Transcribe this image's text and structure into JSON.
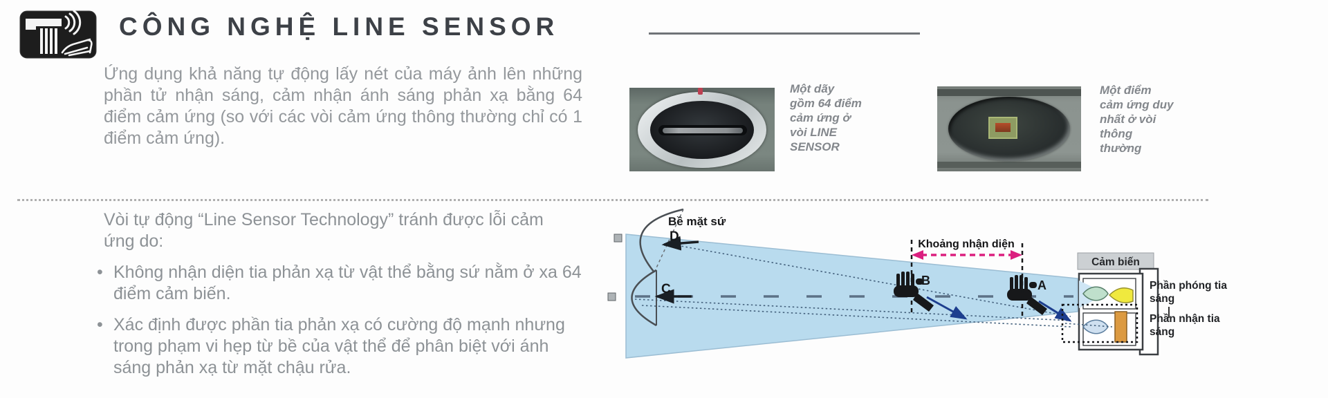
{
  "header": {
    "title": "CÔNG NGHỆ LINE SENSOR",
    "icon": "sensor-faucet-icon"
  },
  "intro": {
    "paragraph": "Ứng dụng khả năng tự động lấy nét của máy ảnh lên những phần tử nhận sáng, cảm nhận ánh sáng phản xạ bằng 64 điểm cảm ứng (so với các vòi cảm ứng thông thường chỉ có 1 điểm cảm ứng)."
  },
  "comparison": {
    "line_sensor_caption": "Một dãy gồm 64 điểm cảm ứng ở vòi LINE SENSOR",
    "normal_caption": "Một điểm cảm ứng duy nhất ở vòi thông thường"
  },
  "technology": {
    "heading": "Vòi tự động “Line Sensor Technology” tránh được lỗi cảm ứng do:",
    "bullet_marker": "•",
    "bullets": [
      "Không nhận diện tia phản xạ từ vật thể bằng sứ nằm ở xa 64 điểm cảm biến.",
      "Xác định được phần tia phản xạ có cường độ mạnh nhưng trong phạm vi hẹp từ bề của vật thể để phân biệt với ánh sáng phản xạ từ mặt chậu rửa."
    ]
  },
  "diagram": {
    "labels": {
      "ceramic_surface": "Bề mặt sứ",
      "point_d": "D",
      "point_c": "C",
      "point_b": "B",
      "point_a": "A",
      "detection_range": "Khoảng nhận diện",
      "sensor": "Cảm biến",
      "emitter": "Phần phóng tia sáng",
      "receiver": "Phần nhận tia sáng"
    },
    "colors": {
      "beam_blue": "#b9dbee",
      "detection_pink": "#db1f7f",
      "emitter_yellow": "#f0e93e",
      "receiver_orange": "#dc9a41",
      "hand_black": "#17181a",
      "arrow_blue": "#1d3e8e"
    }
  }
}
